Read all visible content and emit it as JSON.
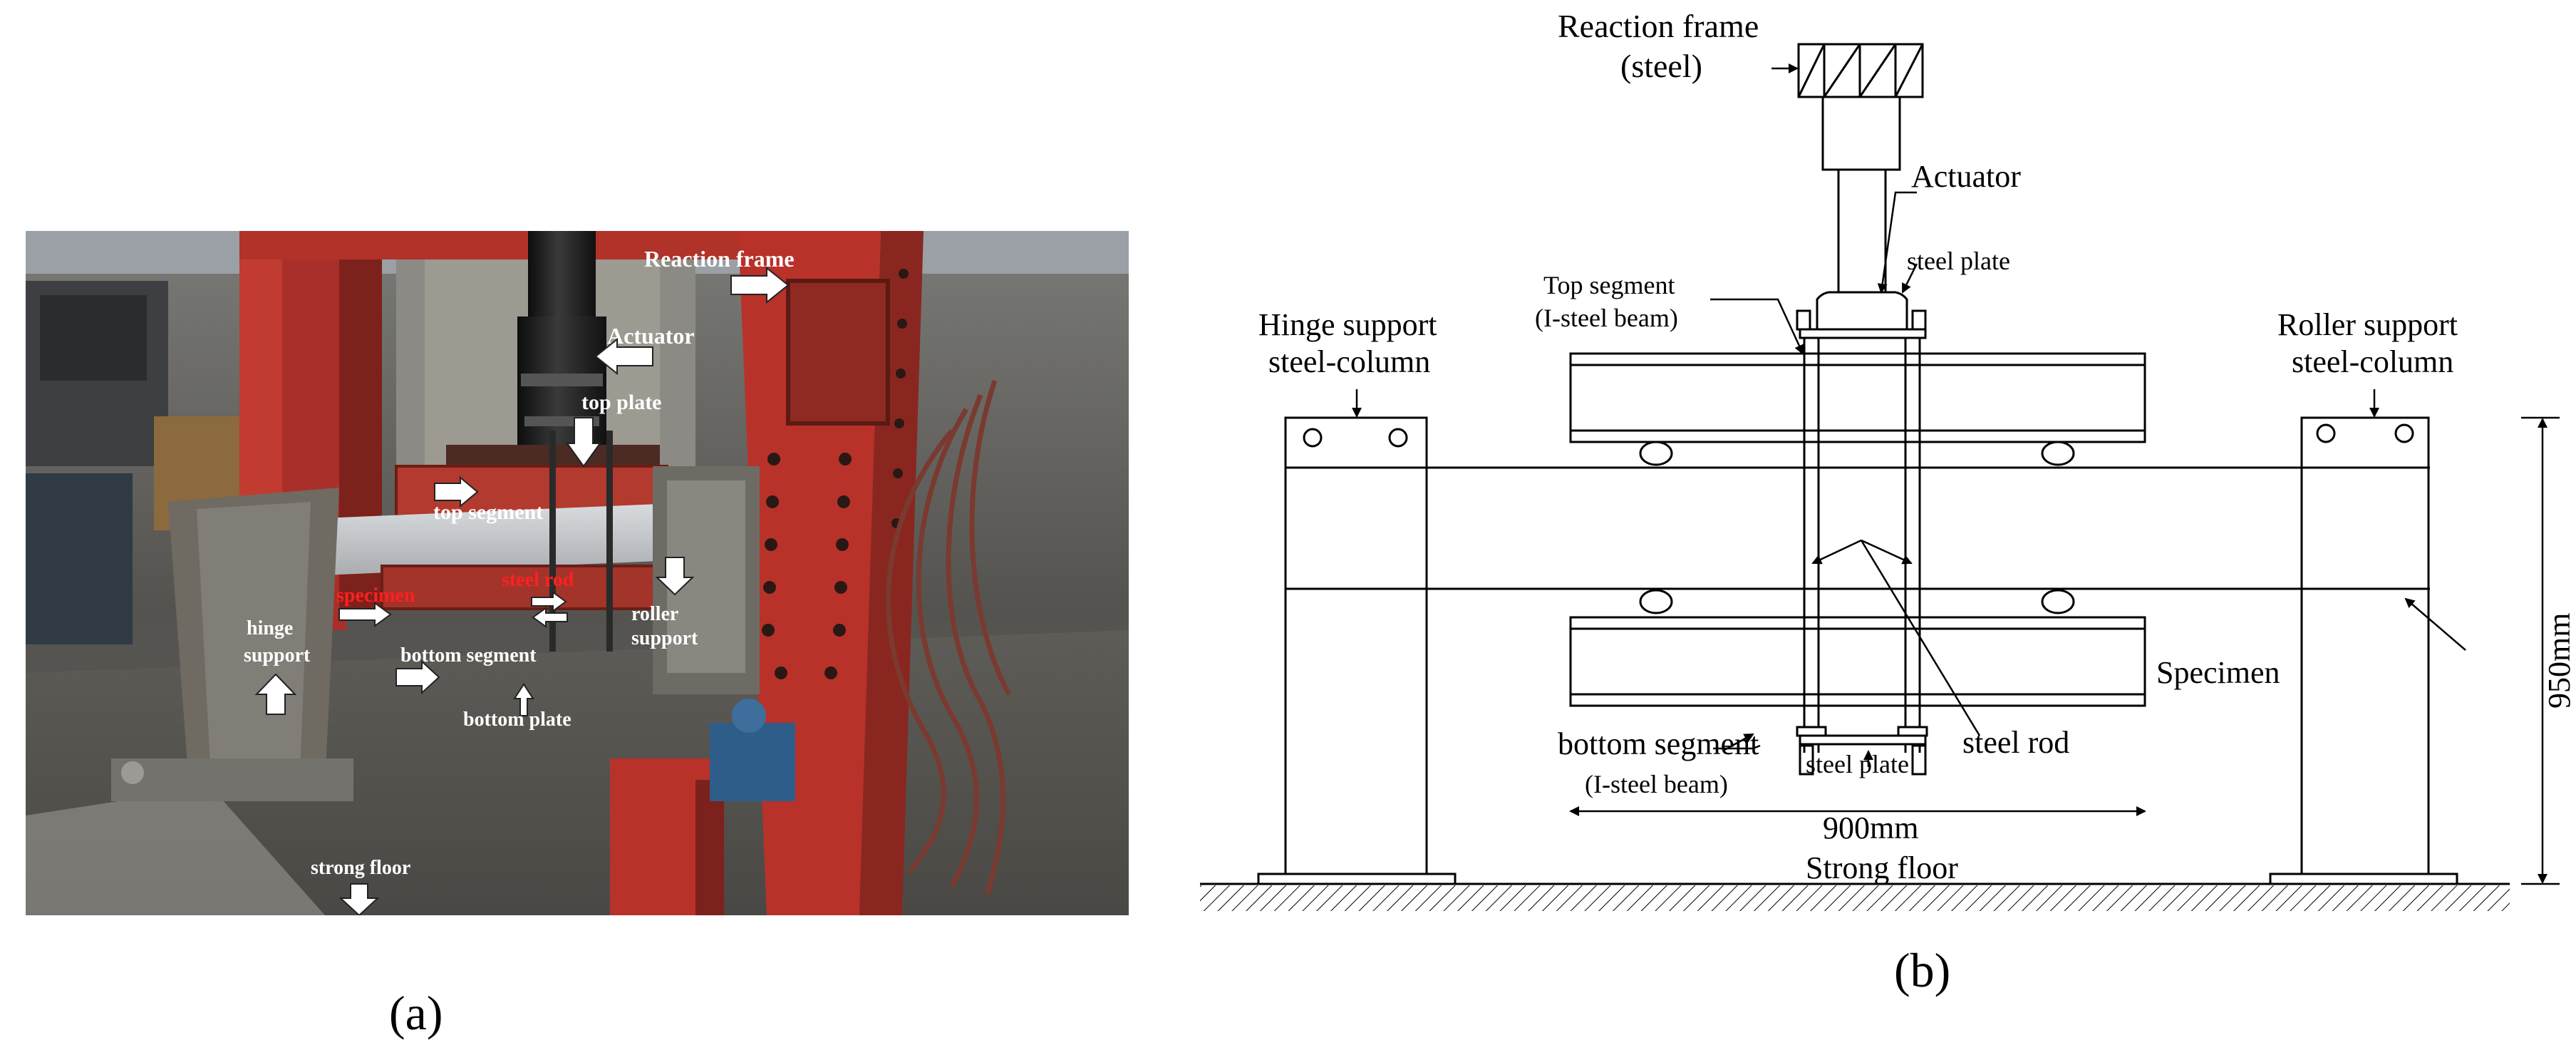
{
  "panel_a": {
    "caption": "(a)",
    "labels": {
      "reaction_frame": "Reaction frame",
      "actuator": "Actuator",
      "top_plate": "top plate",
      "top_segment": "top segment",
      "specimen": "specimen",
      "steel_rod": "steel rod",
      "roller_support_1": "roller",
      "roller_support_2": "support",
      "hinge_support_1": "hinge",
      "hinge_support_2": "support",
      "bottom_segment": "bottom segment",
      "bottom_plate": "bottom plate",
      "strong_floor": "strong floor"
    },
    "colors": {
      "frame_red": "#b8322a",
      "label_white": "#ffffff",
      "label_red": "#ff2020"
    }
  },
  "panel_b": {
    "caption": "(b)",
    "labels": {
      "reaction_frame_1": "Reaction frame",
      "reaction_frame_2": "(steel)",
      "actuator": "Actuator",
      "steel_plate_top": "steel plate",
      "top_segment_1": "Top segment",
      "top_segment_2": "(I-steel beam)",
      "hinge_support_1": "Hinge support",
      "hinge_support_2": "steel-column",
      "roller_support_1": "Roller support",
      "roller_support_2": "steel-column",
      "specimen": "Specimen",
      "bottom_segment_1": "bottom segment",
      "bottom_segment_2": "(I-steel beam)",
      "steel_plate_bottom": "steel plate",
      "steel_rod": "steel rod",
      "span_dimension": "900mm",
      "height_dimension": "950mm",
      "strong_floor": "Strong floor"
    }
  }
}
